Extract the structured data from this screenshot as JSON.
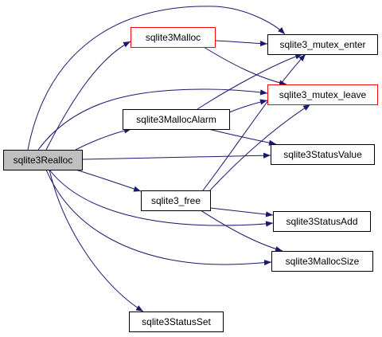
{
  "colors": {
    "background": "#ffffff",
    "node_border": "#000000",
    "highlighted_border": "#ff0000",
    "root_fill": "#bfbfbf",
    "node_fill": "#ffffff",
    "edge": "#191970"
  },
  "nodes": [
    {
      "id": "realloc",
      "label": "sqlite3Realloc",
      "root": true
    },
    {
      "id": "malloc",
      "label": "sqlite3Malloc",
      "highlighted": true
    },
    {
      "id": "mutex_enter",
      "label": "sqlite3_mutex_enter"
    },
    {
      "id": "mutex_leave",
      "label": "sqlite3_mutex_leave",
      "highlighted": true
    },
    {
      "id": "malloc_alarm",
      "label": "sqlite3MallocAlarm"
    },
    {
      "id": "status_value",
      "label": "sqlite3StatusValue"
    },
    {
      "id": "free",
      "label": "sqlite3_free"
    },
    {
      "id": "status_add",
      "label": "sqlite3StatusAdd"
    },
    {
      "id": "malloc_size",
      "label": "sqlite3MallocSize"
    },
    {
      "id": "status_set",
      "label": "sqlite3StatusSet"
    }
  ],
  "edges": [
    {
      "from": "realloc",
      "to": "malloc"
    },
    {
      "from": "realloc",
      "to": "mutex_enter"
    },
    {
      "from": "realloc",
      "to": "mutex_leave"
    },
    {
      "from": "realloc",
      "to": "malloc_alarm"
    },
    {
      "from": "realloc",
      "to": "status_value"
    },
    {
      "from": "realloc",
      "to": "free"
    },
    {
      "from": "realloc",
      "to": "status_add"
    },
    {
      "from": "realloc",
      "to": "malloc_size"
    },
    {
      "from": "realloc",
      "to": "status_set"
    },
    {
      "from": "malloc",
      "to": "mutex_enter"
    },
    {
      "from": "malloc",
      "to": "mutex_leave"
    },
    {
      "from": "malloc_alarm",
      "to": "mutex_enter"
    },
    {
      "from": "malloc_alarm",
      "to": "mutex_leave"
    },
    {
      "from": "malloc_alarm",
      "to": "status_value"
    },
    {
      "from": "free",
      "to": "mutex_enter"
    },
    {
      "from": "free",
      "to": "mutex_leave"
    },
    {
      "from": "free",
      "to": "status_add"
    },
    {
      "from": "free",
      "to": "malloc_size"
    }
  ]
}
